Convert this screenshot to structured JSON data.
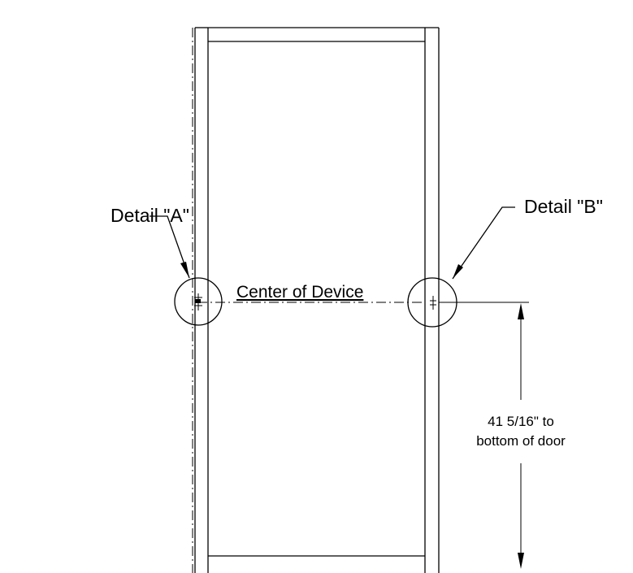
{
  "diagram": {
    "detail_a_label": "Detail \"A\"",
    "detail_b_label": "Detail \"B\"",
    "center_label": "Center of Device",
    "dimension_line1": "41 5/16\" to",
    "dimension_line2": "bottom of door"
  }
}
